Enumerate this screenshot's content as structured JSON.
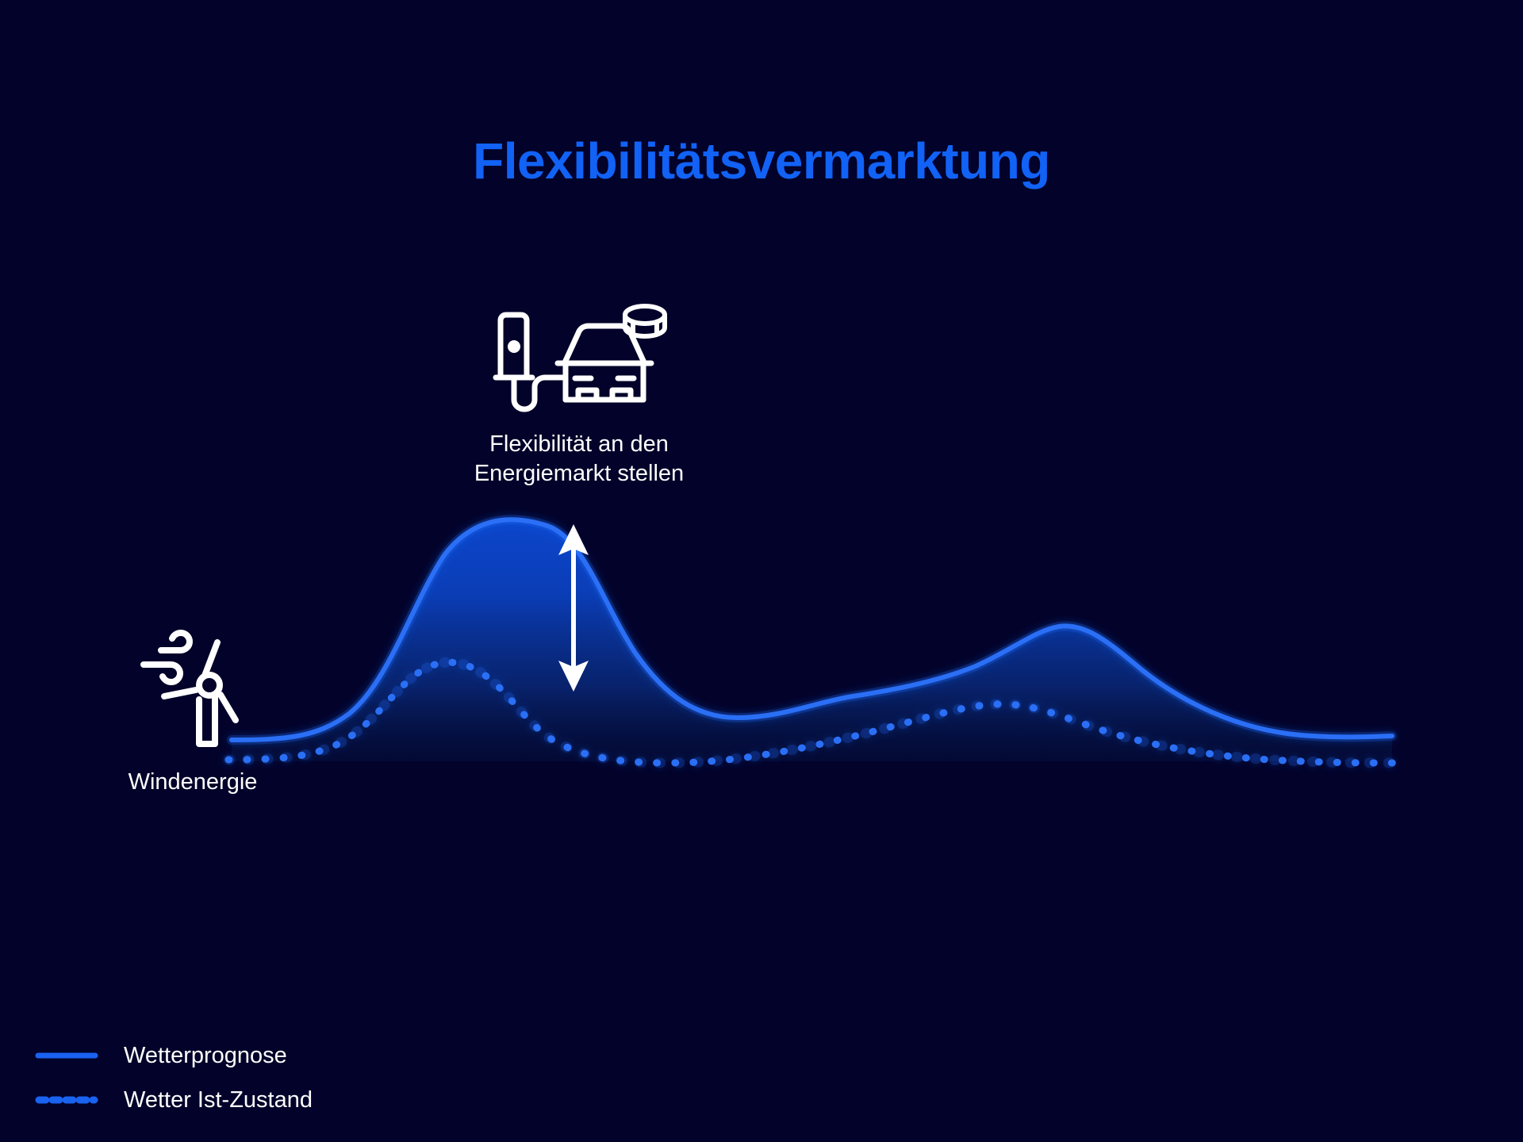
{
  "page": {
    "title": "Flexibilitätsvermarktung",
    "background_color": "#02022a",
    "accent_color": "#1162f5",
    "text_color": "#ffffff"
  },
  "nodes": {
    "flexibility": {
      "icon": "ev-charging-coin-icon",
      "label_line1": "Flexibilität an den",
      "label_line2": "Energiemarkt stellen"
    },
    "wind": {
      "icon": "wind-turbine-icon",
      "label": "Windenergie"
    }
  },
  "annotation": {
    "arrow": "flexibility-delta-arrow",
    "color": "#ffffff"
  },
  "legend": {
    "position": "bottom-left",
    "items": [
      {
        "label": "Wetterprognose",
        "style": "solid",
        "color": "#1a62f0"
      },
      {
        "label": "Wetter Ist-Zustand",
        "style": "dotted",
        "color": "#1a62f0"
      }
    ]
  },
  "chart_data": {
    "type": "area",
    "title": "Flexibilitätsvermarktung",
    "xlabel": "",
    "ylabel": "",
    "grid": false,
    "legend_position": "bottom-left",
    "axis_ranges": {
      "x": [
        0,
        100
      ],
      "y": [
        0,
        100
      ]
    },
    "colors": {
      "forecast_line": "#1a62f0",
      "forecast_fill_top": "#0b46cf",
      "forecast_fill_bottom": "#02022a",
      "actual_line": "#1a62f0",
      "arrow": "#ffffff"
    },
    "series": [
      {
        "name": "Wetterprognose",
        "style": "solid",
        "filled": true,
        "x": [
          0,
          5,
          10,
          15,
          20,
          25,
          27,
          30,
          35,
          40,
          45,
          50,
          55,
          60,
          65,
          70,
          72,
          75,
          80,
          85,
          90,
          95,
          100
        ],
        "values": [
          6,
          7,
          10,
          19,
          39,
          66,
          82,
          90,
          88,
          72,
          48,
          28,
          17,
          15,
          22,
          40,
          52,
          56,
          52,
          36,
          20,
          11,
          9
        ]
      },
      {
        "name": "Wetter Ist-Zustand",
        "style": "dotted",
        "filled": false,
        "x": [
          0,
          5,
          10,
          15,
          20,
          25,
          27,
          30,
          35,
          40,
          45,
          50,
          55,
          60,
          65,
          70,
          72,
          75,
          80,
          85,
          90,
          95,
          100
        ],
        "values": [
          1,
          2,
          4,
          10,
          22,
          35,
          39,
          38,
          30,
          22,
          14,
          9,
          6,
          6,
          10,
          19,
          25,
          27,
          25,
          18,
          10,
          5,
          3
        ]
      }
    ],
    "annotations": [
      {
        "type": "double-arrow",
        "at_x": 29,
        "from_series": "Wetter Ist-Zustand",
        "to_series": "Wetterprognose",
        "meaning": "Flexibilität an den Energiemarkt stellen"
      }
    ]
  }
}
